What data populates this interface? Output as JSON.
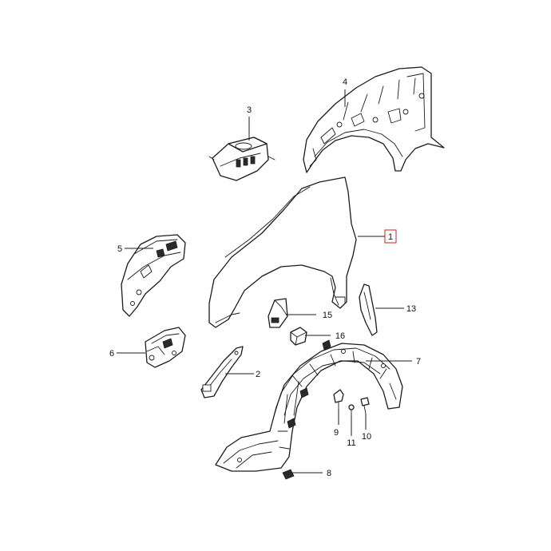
{
  "callouts": {
    "c1": "1",
    "c2": "2",
    "c3": "3",
    "c4": "4",
    "c5": "5",
    "c6": "6",
    "c7": "7",
    "c8": "8",
    "c9": "9",
    "c10": "10",
    "c11": "11",
    "c13": "13",
    "c15": "15",
    "c16": "16"
  },
  "highlight_color": "#cc2222",
  "line_color": "#1c1c1c"
}
